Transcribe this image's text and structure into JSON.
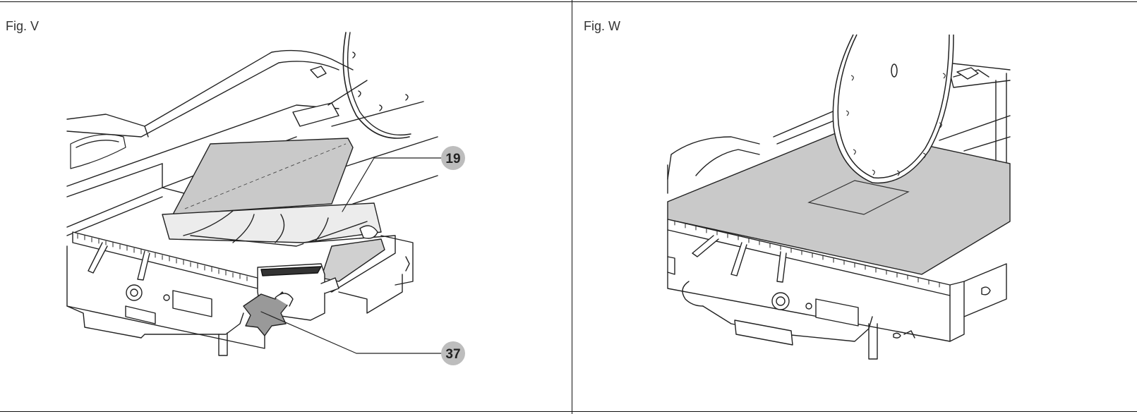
{
  "figures": [
    {
      "label": "Fig. V",
      "callouts": [
        {
          "number": "19"
        },
        {
          "number": "37"
        }
      ]
    },
    {
      "label": "Fig. W"
    }
  ]
}
